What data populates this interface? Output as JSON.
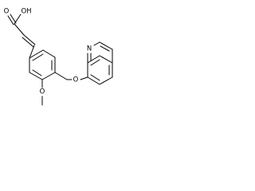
{
  "structure": {
    "atom_labels": {
      "carboxylic_acid_carbonyl_oxygen": "O",
      "carboxylic_acid_hydroxyl": "OH",
      "methoxy_oxygen": "O",
      "methyl_ether_oxygen": "O",
      "quinoline_nitrogen": "N"
    }
  },
  "colors": {
    "bond": "#000000",
    "label": "#000000",
    "background": "#ffffff"
  }
}
